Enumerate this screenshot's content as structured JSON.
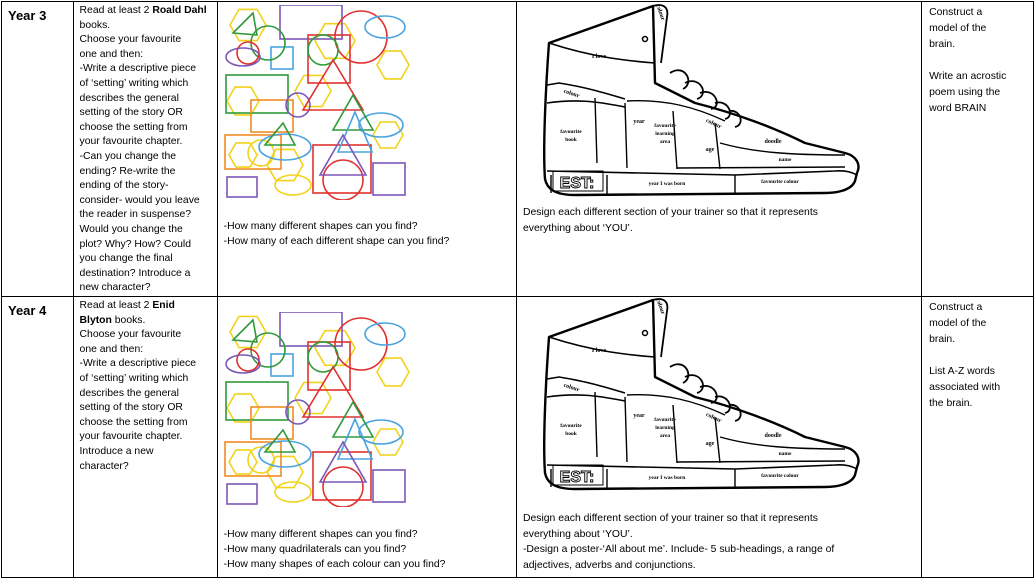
{
  "rows": [
    {
      "year": "Year 3",
      "reading": {
        "lines_pre": "Read at least 2 ",
        "author": "Roald Dahl",
        "lines_post": "books.",
        "lines": [
          "Choose your favourite",
          "one and then:",
          "-Write a descriptive piece",
          "of ‘setting’ writing which",
          "describes the general",
          "setting of the story OR",
          "choose the setting from",
          "your favourite chapter.",
          "-Can you change the",
          "ending? Re-write the",
          "ending of the story-",
          "consider- would you leave",
          "the reader in suspense?",
          "Would you change the",
          "plot? Why? How? Could",
          "you change the final",
          "destination? Introduce a",
          "new character?"
        ]
      },
      "shapes_questions": [
        "-How many different shapes can you find?",
        "-How many of each different shape can you find?"
      ],
      "trainer_text": [
        "Design each different section of your trainer so that it represents",
        "everything about ‘YOU’."
      ],
      "brain": [
        "Construct a",
        "model of the",
        "brain.",
        "",
        "Write an acrostic",
        "poem using the",
        "word BRAIN"
      ]
    },
    {
      "year": "Year 4",
      "reading": {
        "lines_pre": "Read at least 2 ",
        "author": "Enid",
        "author2": "Blyton",
        "lines_post": "books.",
        "lines": [
          "Choose your favourite",
          "one and then:",
          "-Write a descriptive piece",
          "of ‘setting’ writing which",
          "describes the general",
          "setting of the story OR",
          "choose the setting from",
          "your favourite chapter.",
          "Introduce a new",
          "character?"
        ]
      },
      "shapes_questions": [
        "-How many different shapes can you find?",
        "-How many quadrilaterals can you find?",
        "-How many shapes of each colour can you find?"
      ],
      "trainer_text": [
        "Design each different section of your trainer so that it represents",
        "everything about ‘YOU’.",
        "-Design a poster-‘All about me’. Include- 5 sub-headings, a range of",
        "adjectives, adverbs and conjunctions."
      ],
      "brain": [
        "Construct a",
        "model of the",
        "brain.",
        "",
        "List A-Z words",
        "associated with",
        "the brain."
      ]
    }
  ],
  "trainer_labels": {
    "colour_top": "colour",
    "i_love": "I love",
    "colour_left": "colour",
    "year": "year",
    "favourite_learning_area": [
      "favourite",
      "learning",
      "area"
    ],
    "colour_right": "colour",
    "favourite_book": [
      "favourite",
      "book"
    ],
    "age": "age",
    "doodle": "doodle",
    "name": "name",
    "initials": "EST:",
    "year_born": "year I was born",
    "favourite_colour": "favourite colour"
  },
  "colors": {
    "red": "#e0312f",
    "green": "#2e9a3a",
    "blue": "#4aa3df",
    "yellow": "#f2d21a",
    "purple": "#7b57b8",
    "orange": "#f08a24"
  }
}
